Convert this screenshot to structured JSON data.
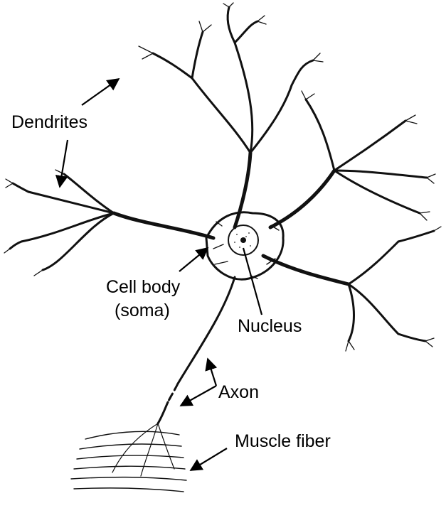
{
  "labels": {
    "dendrites": "Dendrites",
    "cell_body_line1": "Cell body",
    "cell_body_line2": "(soma)",
    "nucleus": "Nucleus",
    "axon": "Axon",
    "muscle_fiber": "Muscle fiber"
  },
  "colors": {
    "ink": "#111111",
    "background": "#ffffff"
  }
}
